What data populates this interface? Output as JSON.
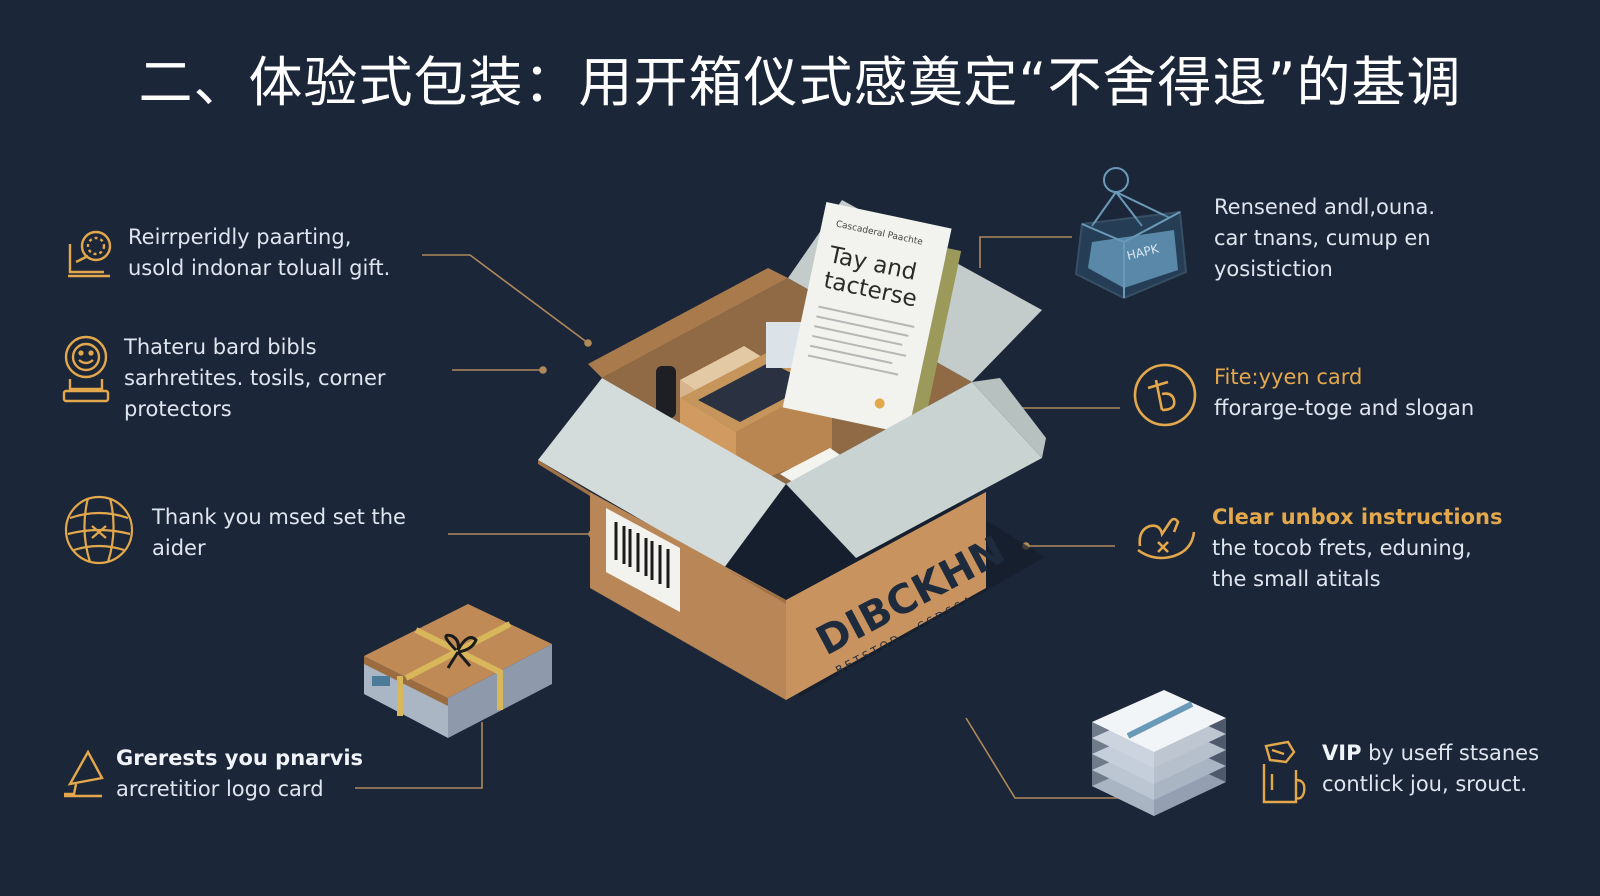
{
  "title": "二、体验式包装：用开箱仪式感奠定“不舍得退”的基调",
  "colors": {
    "background": "#1b2638",
    "accent": "#e3a84b",
    "text": "#dfe5ee",
    "box": "#c8935f",
    "flap": "#cfd8d8",
    "card_blue": "#4e7a9a"
  },
  "left_items": [
    {
      "icon": "ribbon-seal-icon",
      "lines": [
        "Reirrperidly paarting,",
        "usold indonar toluall gift."
      ]
    },
    {
      "icon": "smiley-badge-icon",
      "lines": [
        "Thateru bard bibls",
        "sarhretites. tosils, corner",
        "protectors"
      ]
    },
    {
      "icon": "patterned-ball-icon",
      "lines": [
        "Thank you msed set the",
        "aider"
      ]
    },
    {
      "icon": "megaphone-icon",
      "lines": [
        "Grerests you pnarvis",
        "arcretitior logo card"
      ]
    }
  ],
  "right_items": [
    {
      "icon": "gift-bag-illustration",
      "lines": [
        "Rensened andl,ouna.",
        "car tnans, cumup en",
        "yosistiction"
      ]
    },
    {
      "icon": "brand-circle-icon",
      "highlight": "Fite:yyen card",
      "lines": [
        "fforarge-toge and slogan"
      ]
    },
    {
      "icon": "hand-swipe-icon",
      "highlight": "Clear unbox instructions",
      "lines": [
        "the tocob frets, eduning,",
        "the small atitals"
      ]
    },
    {
      "icon": "vip-person-icon",
      "lead": "VIP",
      "lead_rest": " by useff stsanes",
      "lines": [
        "contlick jou, srouct."
      ]
    }
  ],
  "box": {
    "brand": "DIBCKHN",
    "brand_sub": "BETSTOD · CSDSSA",
    "card_heading": "Tay and tacterse",
    "card_small": "Cascaderal Paachte",
    "gift_bag_tag": "HAPK"
  }
}
